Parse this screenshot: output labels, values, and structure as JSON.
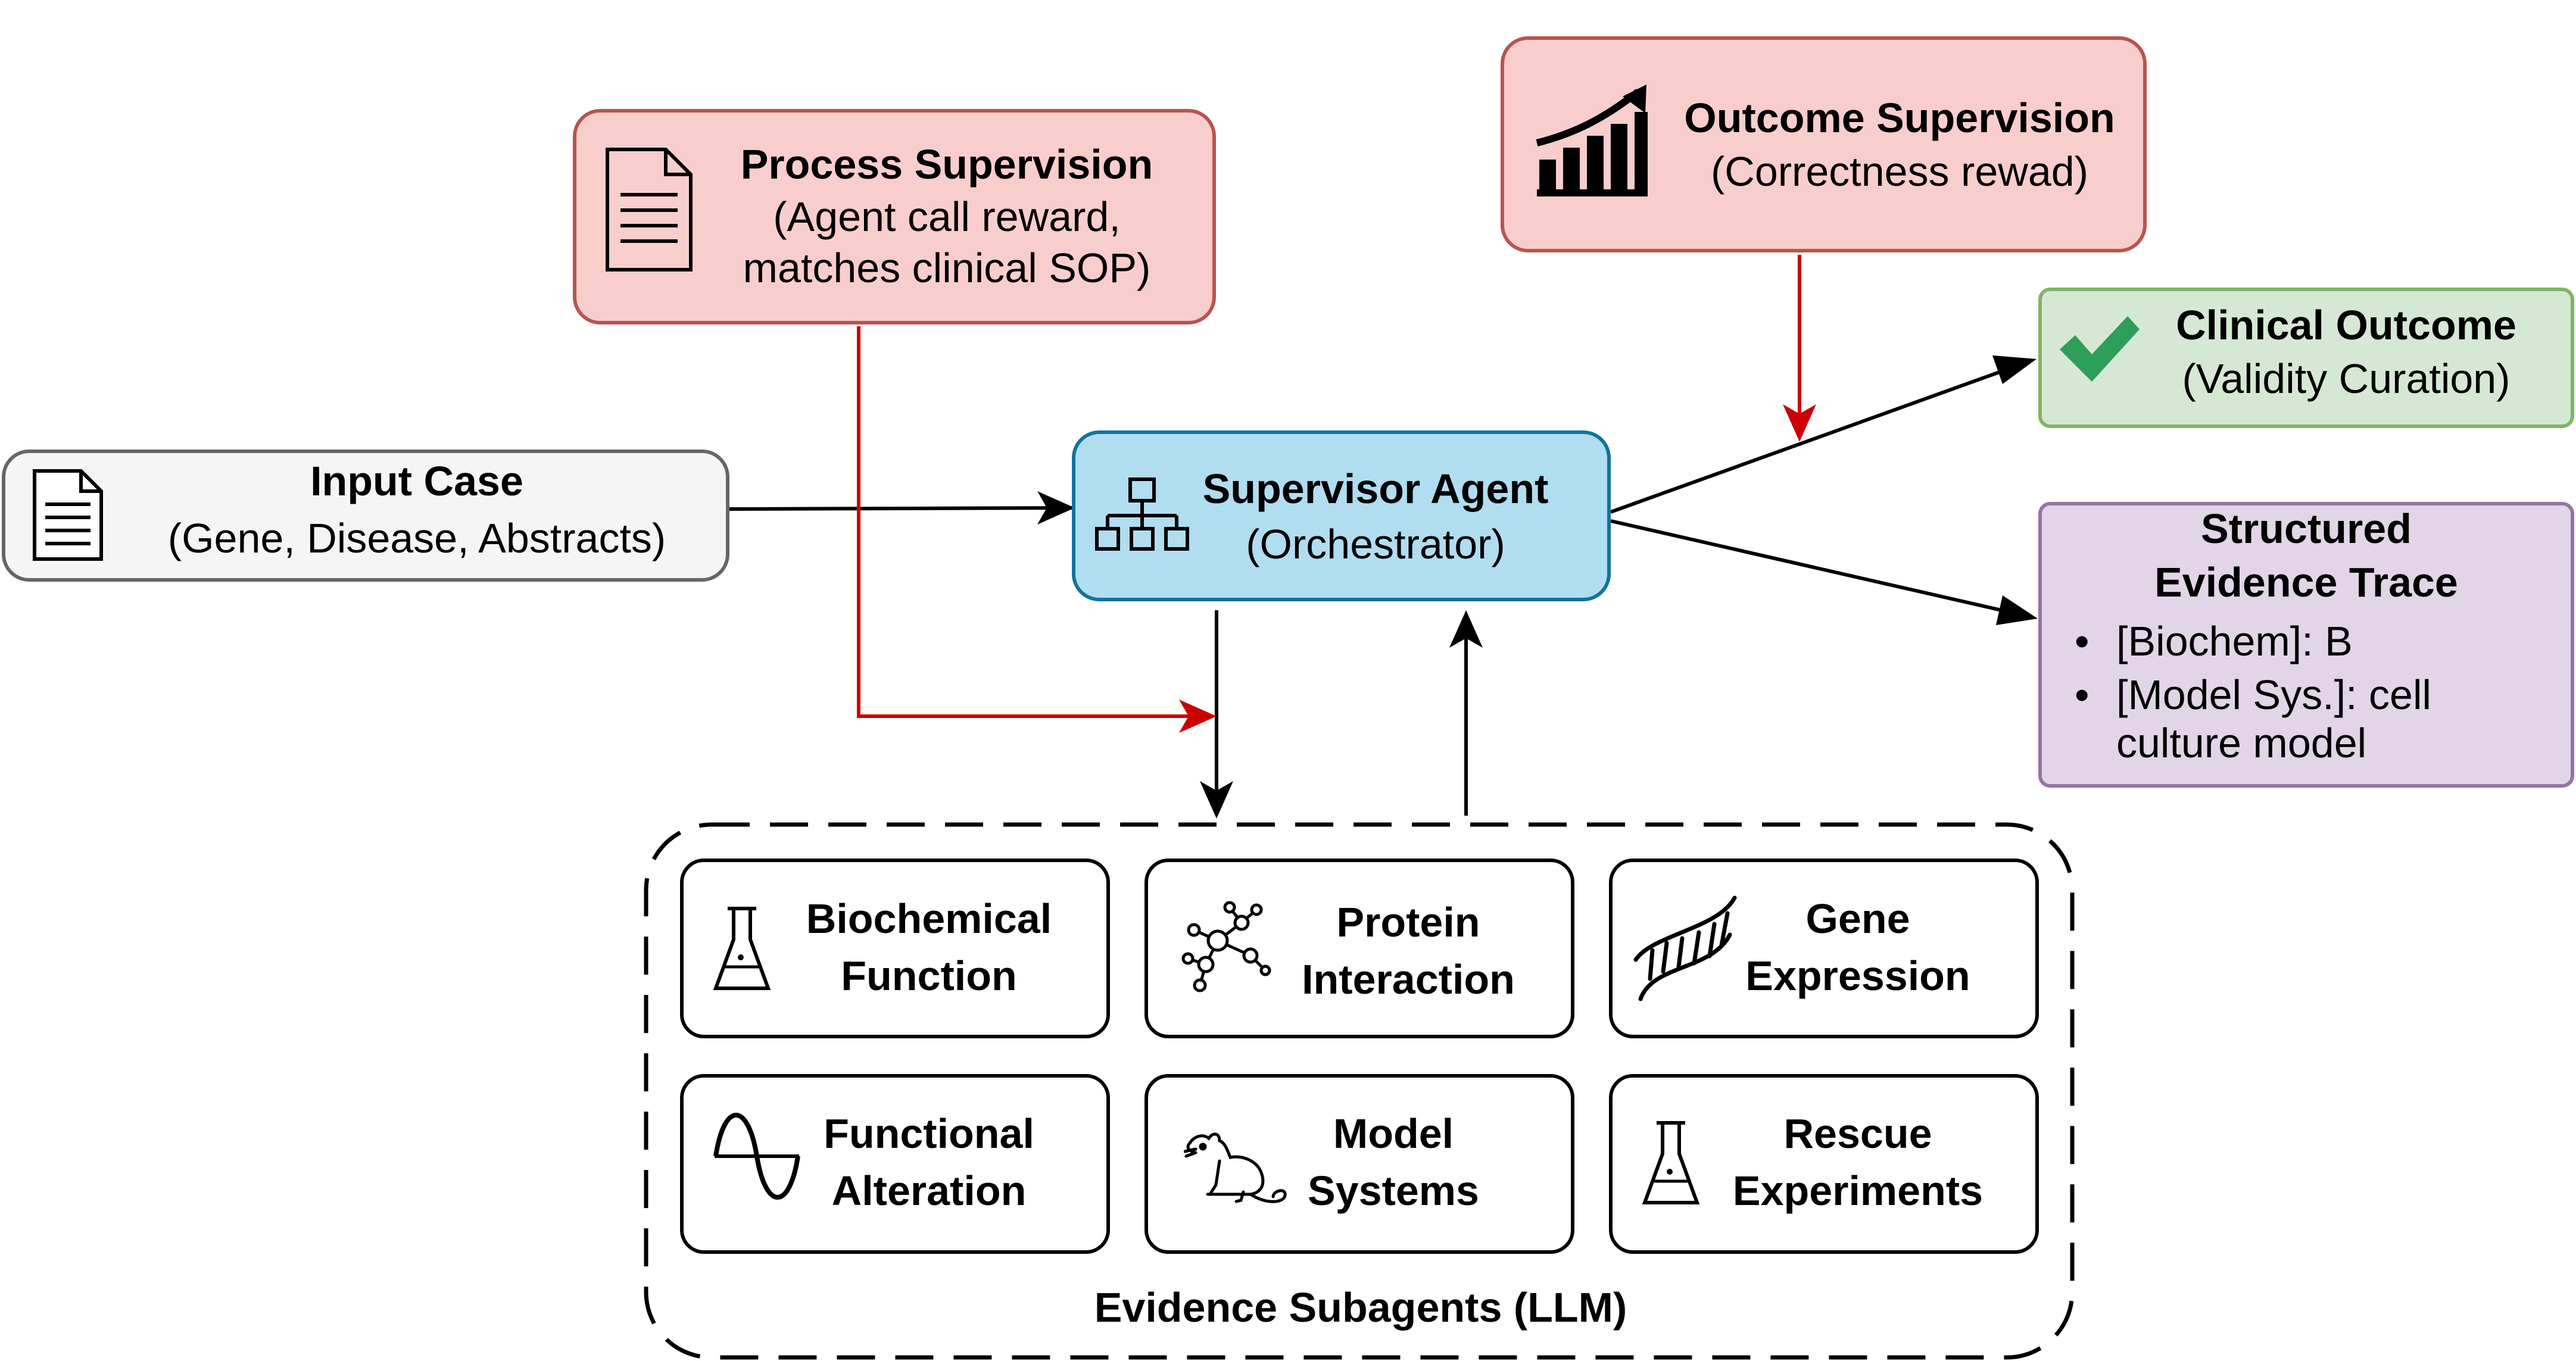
{
  "input_case": {
    "title": "Input Case",
    "subtitle": "(Gene, Disease, Abstracts)",
    "icon": "document-icon"
  },
  "process_supervision": {
    "title": "Process Supervision",
    "subtitle_line1": "(Agent call reward,",
    "subtitle_line2": "matches clinical SOP)",
    "icon": "document-icon"
  },
  "outcome_supervision": {
    "title": "Outcome Supervision",
    "subtitle": "(Correctness rewad)",
    "icon": "growth-chart-icon"
  },
  "supervisor_agent": {
    "title": "Supervisor Agent",
    "subtitle": "(Orchestrator)",
    "icon": "hierarchy-icon"
  },
  "clinical_outcome": {
    "title": "Clinical Outcome",
    "subtitle": "(Validity Curation)",
    "icon": "checkmark-icon"
  },
  "evidence_trace": {
    "title_line1": "Structured",
    "title_line2": "Evidence Trace",
    "items": [
      "[Biochem]: B",
      "[Model Sys.]: cell",
      "culture model"
    ]
  },
  "subagents": {
    "group_label": "Evidence Subagents (LLM)",
    "items": [
      {
        "line1": "Biochemical",
        "line2": "Function",
        "icon": "flask-icon"
      },
      {
        "line1": "Protein",
        "line2": "Interaction",
        "icon": "molecule-icon"
      },
      {
        "line1": "Gene",
        "line2": "Expression",
        "icon": "dna-icon"
      },
      {
        "line1": "Functional",
        "line2": "Alteration",
        "icon": "sine-wave-icon"
      },
      {
        "line1": "Model",
        "line2": "Systems",
        "icon": "mouse-icon"
      },
      {
        "line1": "Rescue",
        "line2": "Experiments",
        "icon": "flask-icon"
      }
    ]
  },
  "colors": {
    "grey_fill": "#f5f5f5",
    "grey_stroke": "#666666",
    "blue_fill": "#b1ddf0",
    "blue_stroke": "#10739e",
    "red_fill": "#f8cecc",
    "red_stroke": "#b85450",
    "green_fill": "#d5e8d4",
    "green_stroke": "#82b366",
    "purple_fill": "#e1d5e7",
    "purple_stroke": "#9673a6",
    "red_arrow": "#cc0000",
    "check": "#2e9e5b"
  }
}
